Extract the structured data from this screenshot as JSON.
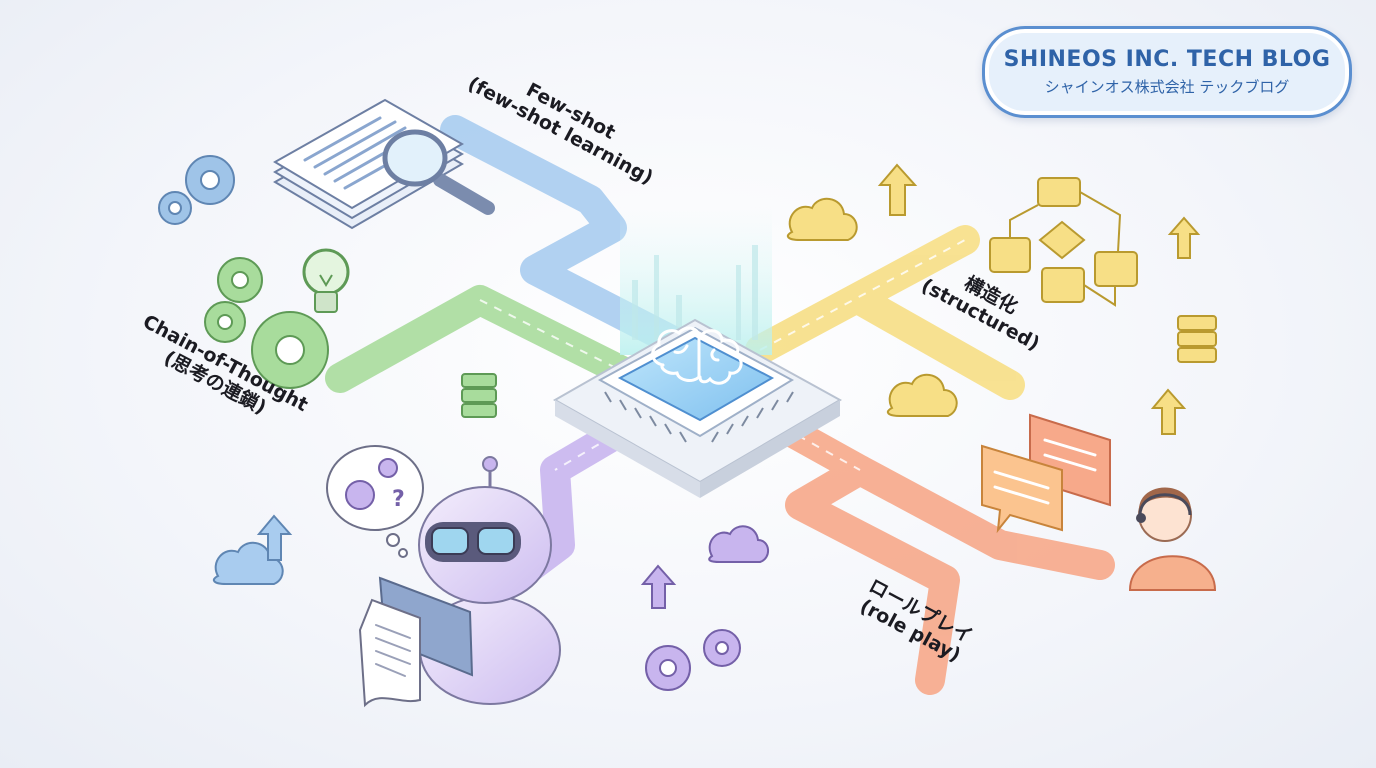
{
  "badge": {
    "title": "SHINEOS INC. TECH BLOG",
    "subtitle": "シャインオス株式会社 テックブログ"
  },
  "labels": {
    "few_shot": {
      "line1": "Few-shot",
      "line2": "(few-shot learning)"
    },
    "chain_of_thought": {
      "line1": "Chain-of-Thought",
      "line2": "(思考の連鎖)"
    },
    "structured": {
      "line1": "構造化",
      "line2": "(structured)"
    },
    "role_play": {
      "line1": "ロールプレイ",
      "line2": "(role play)"
    }
  },
  "colors": {
    "few_shot_path": "#a9ccef",
    "cot_path": "#a8dc9c",
    "structured_path": "#f7df86",
    "role_play_path": "#f7a98a",
    "robot_path": "#c8b5ee",
    "badge_accent": "#2f63a8"
  },
  "icons": [
    "document-stack-icon",
    "magnifier-icon",
    "gear-icon",
    "lightbulb-icon",
    "cpu-chip-icon",
    "brain-icon",
    "robot-icon",
    "thought-bubble-icon",
    "flowchart-icon",
    "chat-bubbles-icon",
    "support-agent-icon",
    "cloud-upload-icon",
    "up-arrow-icon",
    "database-stack-icon"
  ]
}
